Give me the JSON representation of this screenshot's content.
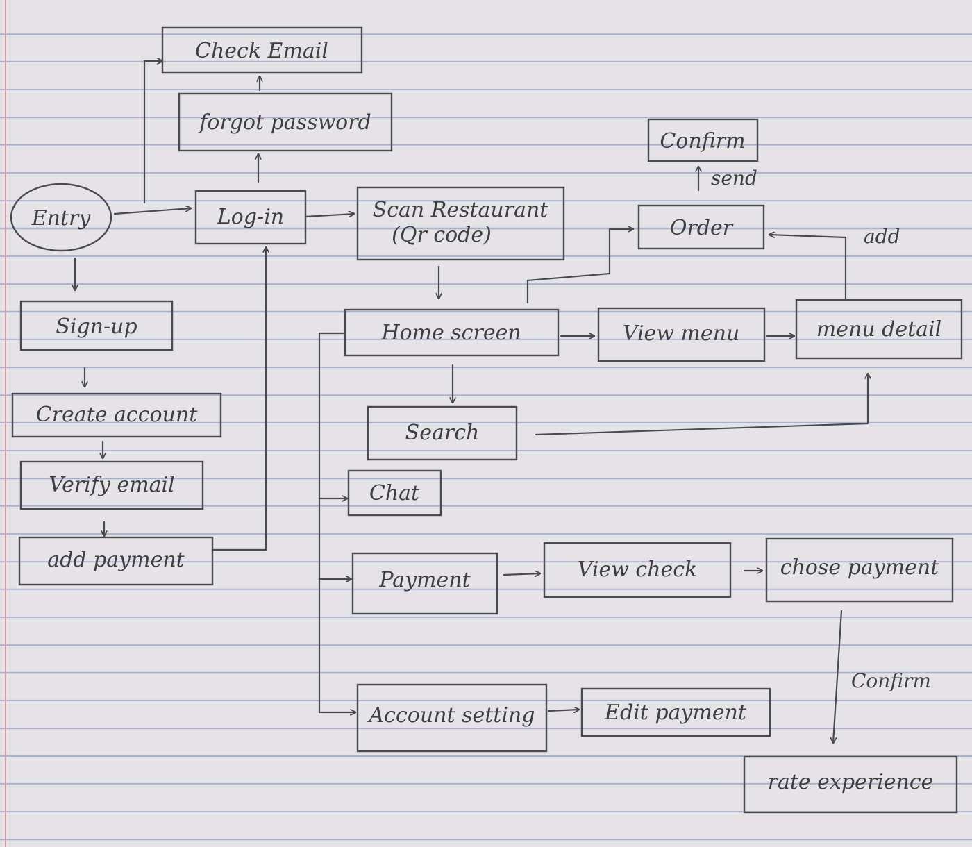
{
  "nodes": {
    "check_email": "Check Email",
    "forgot_password": "forgot password",
    "entry": "Entry",
    "login": "Log-in",
    "scan_restaurant_line1": "Scan Restaurant",
    "scan_restaurant_line2": "(Qr code)",
    "confirm_order": "Confirm",
    "order": "Order",
    "sign_up": "Sign-up",
    "create_account": "Create account",
    "verify_email": "Verify email",
    "add_payment": "add payment",
    "home_screen": "Home screen",
    "view_menu": "View menu",
    "menu_detail": "menu detail",
    "search": "Search",
    "chat": "Chat",
    "payment": "Payment",
    "view_check": "View check",
    "chose_payment": "chose payment",
    "account_setting": "Account setting",
    "edit_payment": "Edit payment",
    "rate_experience": "rate experience"
  },
  "edges": {
    "send": "send",
    "add": "add",
    "confirm_payment": "Confirm"
  },
  "colors": {
    "paper": "#e6e3e6",
    "ruled_line": "#a7b3c9",
    "margin_line": "#d99aa6",
    "ink": "#4a4a4c"
  }
}
